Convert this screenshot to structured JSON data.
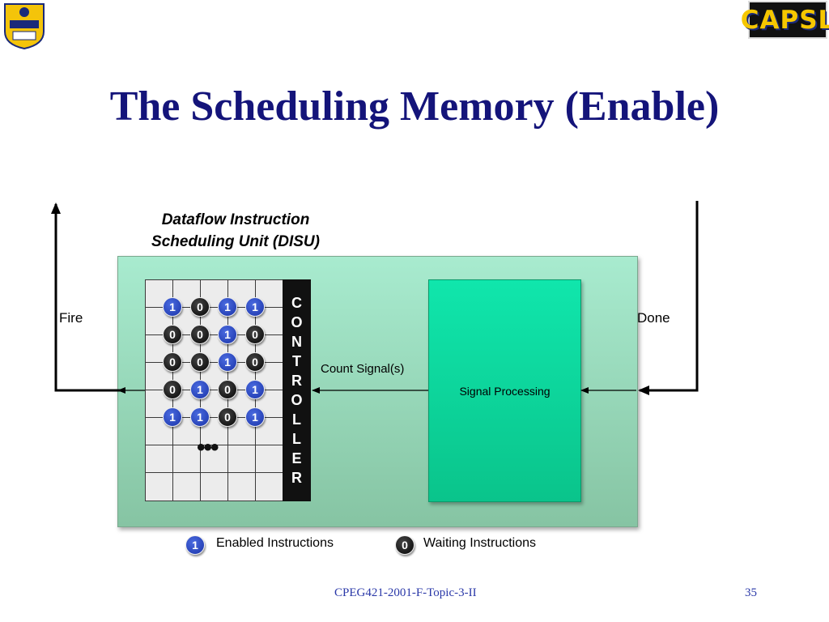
{
  "slide": {
    "title": "The Scheduling Memory (Enable)",
    "footer": "CPEG421-2001-F-Topic-3-II",
    "page_number": "35"
  },
  "logos": {
    "left": "University of Delaware seal",
    "right_text": "CAPSL"
  },
  "diagram": {
    "disu_label_line1": "Dataflow Instruction",
    "disu_label_line2": "Scheduling Unit (DISU)",
    "controller_letters": [
      "C",
      "O",
      "N",
      "T",
      "R",
      "O",
      "L",
      "L",
      "E",
      "R"
    ],
    "signal_processing": "Signal Processing",
    "count_signal": "Count Signal(s)",
    "fire": "Fire",
    "done": "Done",
    "ellipsis": "•••",
    "bits": [
      [
        "1",
        "0",
        "1",
        "1"
      ],
      [
        "0",
        "0",
        "1",
        "0"
      ],
      [
        "0",
        "0",
        "1",
        "0"
      ],
      [
        "0",
        "1",
        "0",
        "1"
      ],
      [
        "1",
        "1",
        "0",
        "1"
      ]
    ]
  },
  "legend": {
    "enabled_value": "1",
    "enabled_label": "Enabled Instructions",
    "waiting_value": "0",
    "waiting_label": "Waiting Instructions"
  },
  "colors": {
    "title": "#14147a",
    "enabled_dot": "#1a33a8",
    "waiting_dot": "#050505",
    "box_bg": "#a8ebcf",
    "signal_box": "#10e6ac"
  }
}
